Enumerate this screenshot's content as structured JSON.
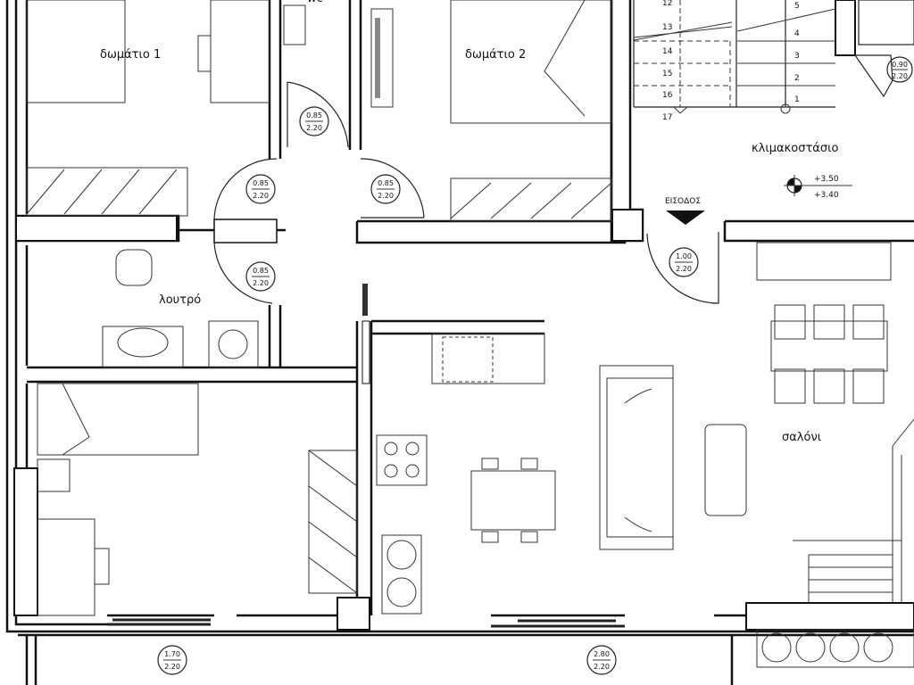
{
  "rooms": {
    "room1": "δωμάτιο 1",
    "room2": "δωμάτιο 2",
    "wc": "wc",
    "bathroom": "λουτρό",
    "stairwell": "κλιμακοστάσιο",
    "living": "σαλόνι"
  },
  "entrance": "ΕΙΣΟΔΟΣ",
  "levels": {
    "upper": "+3.50",
    "lower": "+3.40"
  },
  "stairs_left": [
    "12",
    "13",
    "14",
    "15",
    "16",
    "17"
  ],
  "stairs_right": [
    "5",
    "4",
    "3",
    "2",
    "1"
  ],
  "doors": [
    {
      "w": "0.85",
      "h": "2.20"
    },
    {
      "w": "0.85",
      "h": "2.20"
    },
    {
      "w": "0.85",
      "h": "2.20"
    },
    {
      "w": "0.85",
      "h": "2.20"
    },
    {
      "w": "1.00",
      "h": "2.20"
    },
    {
      "w": "0.90",
      "h": "2.20"
    }
  ],
  "windows": [
    {
      "w": "1.70",
      "h": "2.20"
    },
    {
      "w": "2.80",
      "h": "2.20"
    }
  ]
}
